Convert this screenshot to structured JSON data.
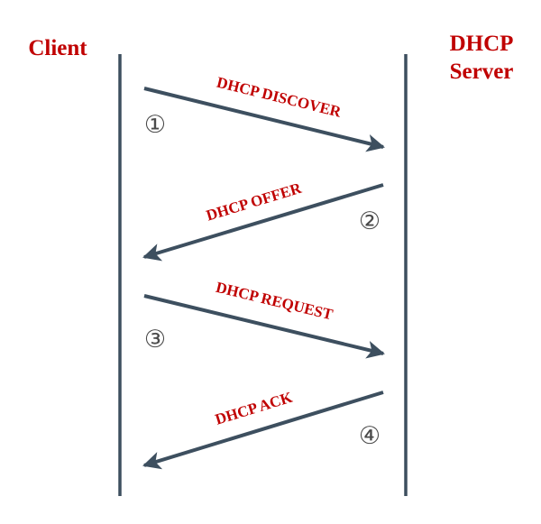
{
  "colors": {
    "label_red": "#c00000",
    "line": "#3d4f5f",
    "step_number": "#4a4a4a",
    "background": "#ffffff"
  },
  "client": {
    "label": "Client"
  },
  "server": {
    "label_line1": "DHCP",
    "label_line2": "Server"
  },
  "messages": [
    {
      "label": "DHCP DISCOVER",
      "step": "①",
      "direction": "client-to-server"
    },
    {
      "label": "DHCP OFFER",
      "step": "②",
      "direction": "server-to-client"
    },
    {
      "label": "DHCP REQUEST",
      "step": "③",
      "direction": "client-to-server"
    },
    {
      "label": "DHCP ACK",
      "step": "④",
      "direction": "server-to-client"
    }
  ]
}
